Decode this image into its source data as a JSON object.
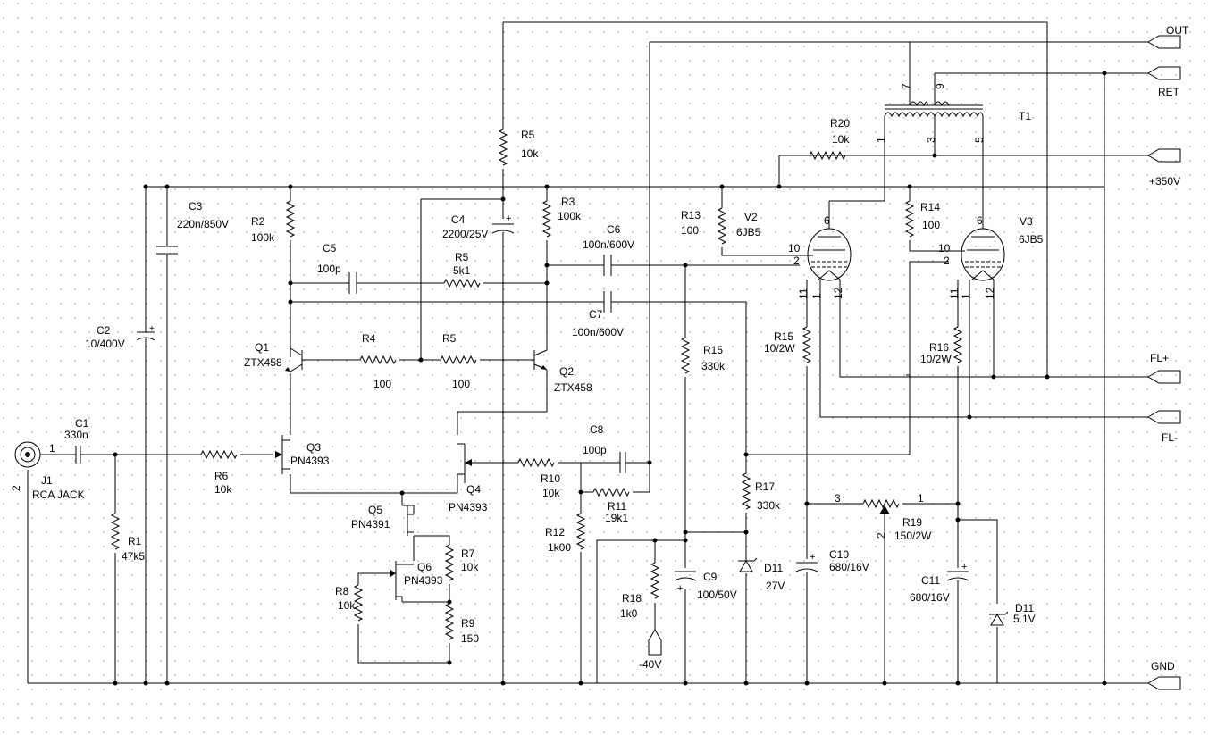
{
  "connectors": {
    "out": "OUT",
    "ret": "RET",
    "b_plus": "+350V",
    "fl_plus": "FL+",
    "fl_minus": "FL-",
    "gnd": "GND",
    "neg_supply": "-40V"
  },
  "components": {
    "j1": {
      "ref": "J1",
      "value": "RCA JACK",
      "pin1": "1",
      "pin2": "2"
    },
    "c1": {
      "ref": "C1",
      "value": "330n"
    },
    "c2": {
      "ref": "C2",
      "value": "10/400V"
    },
    "c3": {
      "ref": "C3",
      "value": "220n/850V"
    },
    "c4": {
      "ref": "C4",
      "value": "2200/25V"
    },
    "c5": {
      "ref": "C5",
      "value": "100p"
    },
    "c6": {
      "ref": "C6",
      "value": "100n/600V"
    },
    "c7": {
      "ref": "C7",
      "value": "100n/600V"
    },
    "c8": {
      "ref": "C8",
      "value": "100p"
    },
    "c9": {
      "ref": "C9",
      "value": "100/50V"
    },
    "c10": {
      "ref": "C10",
      "value": "680/16V"
    },
    "c11": {
      "ref": "C11",
      "value": "680/16V"
    },
    "r1": {
      "ref": "R1",
      "value": "47k5"
    },
    "r2": {
      "ref": "R2",
      "value": "100k"
    },
    "r3": {
      "ref": "R3",
      "value": "100k"
    },
    "r4": {
      "ref": "R4",
      "value": "100"
    },
    "r5a": {
      "ref": "R5",
      "value": "10k"
    },
    "r5b": {
      "ref": "R5",
      "value": "5k1"
    },
    "r5c": {
      "ref": "R5",
      "value": "100"
    },
    "r6": {
      "ref": "R6",
      "value": "10k"
    },
    "r7": {
      "ref": "R7",
      "value": "10k"
    },
    "r8": {
      "ref": "R8",
      "value": "10k"
    },
    "r9": {
      "ref": "R9",
      "value": "150"
    },
    "r10": {
      "ref": "R10",
      "value": "10k"
    },
    "r11": {
      "ref": "R11",
      "value": "19k1"
    },
    "r12": {
      "ref": "R12",
      "value": "1k00"
    },
    "r13": {
      "ref": "R13",
      "value": "100"
    },
    "r14": {
      "ref": "R14",
      "value": "100"
    },
    "r15": {
      "ref": "R15",
      "value": "330k"
    },
    "r15b": {
      "ref": "R15",
      "value": "10/2W"
    },
    "r16": {
      "ref": "R16",
      "value": "10/2W"
    },
    "r17": {
      "ref": "R17",
      "value": "330k"
    },
    "r18": {
      "ref": "R18",
      "value": "1k0"
    },
    "r19": {
      "ref": "R19",
      "value": "150/2W",
      "pin1": "1",
      "pin2": "2",
      "pin3": "3"
    },
    "r20": {
      "ref": "R20",
      "value": "10k"
    },
    "q1": {
      "ref": "Q1",
      "value": "ZTX458"
    },
    "q2": {
      "ref": "Q2",
      "value": "ZTX458"
    },
    "q3": {
      "ref": "Q3",
      "value": "PN4393"
    },
    "q4": {
      "ref": "Q4",
      "value": "PN4393"
    },
    "q5": {
      "ref": "Q5",
      "value": "PN4391"
    },
    "q6": {
      "ref": "Q6",
      "value": "PN4393"
    },
    "d11a": {
      "ref": "D11",
      "value": "27V"
    },
    "d11b": {
      "ref": "D11",
      "value": "5.1V"
    },
    "v2": {
      "ref": "V2",
      "value": "6JB5",
      "p6": "6",
      "p10": "10",
      "p2": "2",
      "p11": "11",
      "p1": "1",
      "p12": "12"
    },
    "v3": {
      "ref": "V3",
      "value": "6JB5",
      "p6": "6",
      "p10": "10",
      "p2": "2",
      "p11": "11",
      "p1": "1",
      "p12": "12"
    },
    "t1": {
      "ref": "T1",
      "p7": "7",
      "p9": "9",
      "p1": "1",
      "p3": "3",
      "p5": "5"
    }
  }
}
